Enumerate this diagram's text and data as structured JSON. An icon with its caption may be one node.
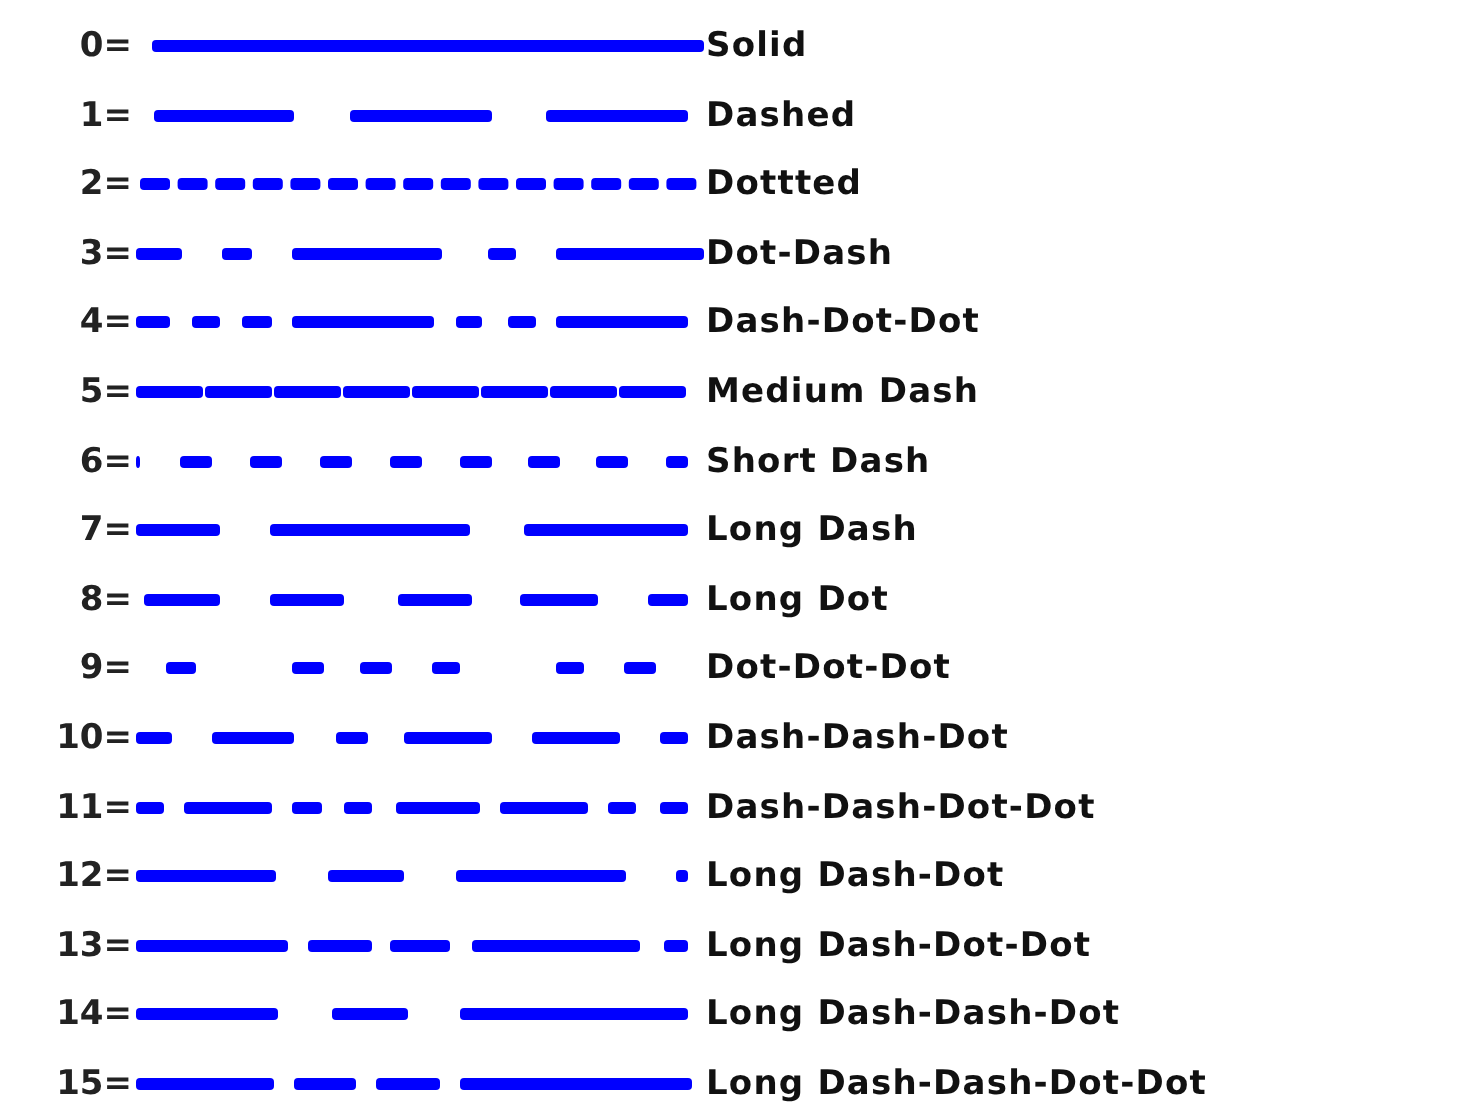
{
  "diagram": {
    "labels": [
      "0=",
      "1=",
      "2=",
      "3=",
      "4=",
      "5=",
      "6=",
      "7=",
      "8=",
      "9=",
      "10=",
      "11=",
      "12=",
      "13=",
      "14=",
      "15="
    ],
    "legend": [
      {
        "text": "Solid"
      },
      {
        "text": "Dashed"
      },
      {
        "text": "Dottted"
      },
      {
        "text": "Dot-Dash"
      },
      {
        "text": "Dash-Dot-Dot"
      },
      {
        "text": "Medium Dash"
      },
      {
        "text": "Short Dash"
      },
      {
        "text": "Long Dash"
      },
      {
        "text": "Long Dot"
      },
      {
        "text": "Dot-Dot-Dot"
      },
      {
        "text": "Dash-Dash-Dot"
      },
      {
        "text": "Dash-Dash-Dot-Dot"
      },
      {
        "text": "Long Dash-Dot"
      },
      {
        "text": "Long Dash-Dot-Dot"
      },
      {
        "text": "Long Dash-Dash-Dot"
      },
      {
        "text": "Long Dash-Dash-Dot-Dot"
      }
    ]
  }
}
